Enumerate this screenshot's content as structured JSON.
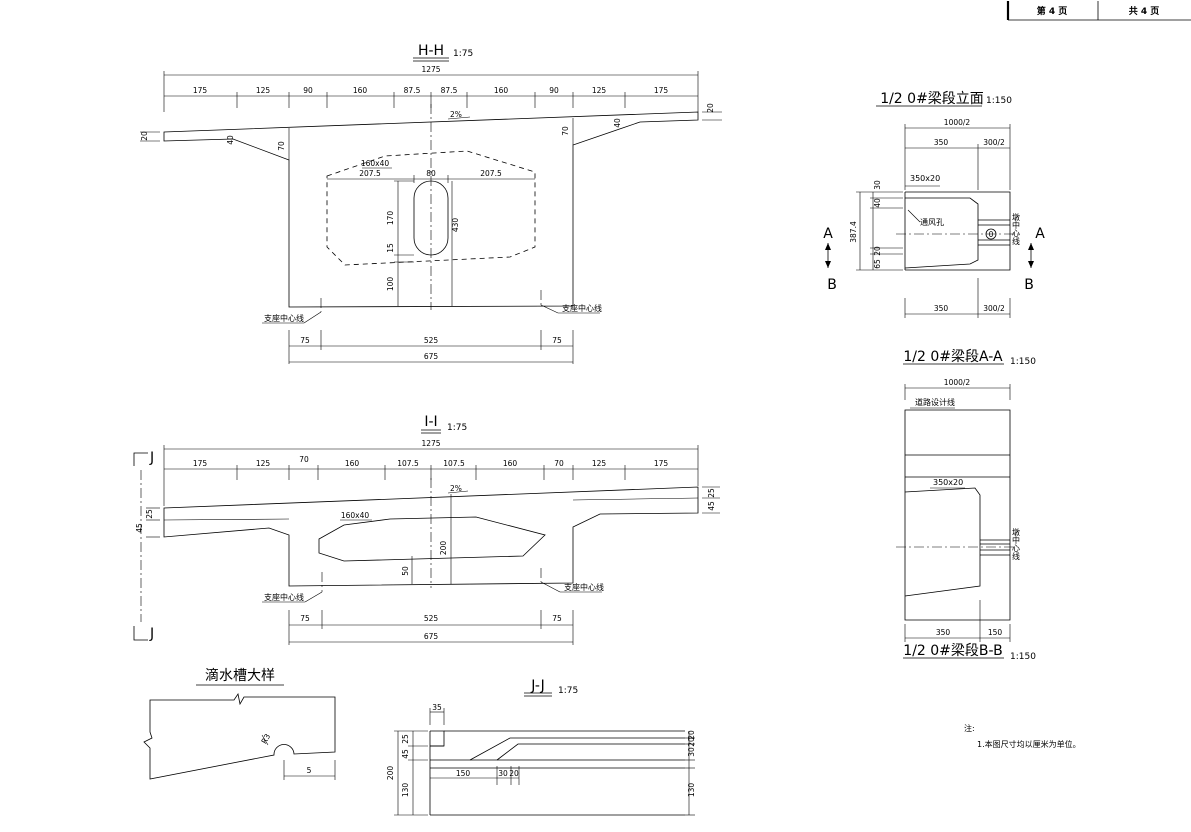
{
  "page_box": {
    "page_label": "第 4 页",
    "total_label": "共 4 页"
  },
  "section_hh": {
    "title": "H-H",
    "scale": "1:75",
    "top_total": "1275",
    "top_dims": [
      "175",
      "125",
      "90",
      "160",
      "87.5",
      "87.5",
      "160",
      "90",
      "125",
      "175"
    ],
    "edge_left": "20",
    "edge_right": "20",
    "haunch_left": "40",
    "haunch_left2": "70",
    "haunch_right": "40",
    "haunch_right2": "70",
    "slope_mark": "2%",
    "chamfer": "160x40",
    "inner_left": "207.5",
    "inner_mid": "80",
    "inner_right": "207.5",
    "vert_170": "170",
    "vert_15": "15",
    "vert_430": "430",
    "vert_100": "100",
    "bearing_left": "支座中心线",
    "bearing_right": "支座中心线",
    "bottom_dims": [
      "75",
      "525",
      "75"
    ],
    "bottom_total": "675"
  },
  "section_ii": {
    "title": "I-I",
    "scale": "1:75",
    "top_total": "1275",
    "top_dims": [
      "175",
      "125",
      "70",
      "160",
      "107.5",
      "107.5",
      "160",
      "70",
      "125",
      "175"
    ],
    "left_45": "45",
    "left_25": "25",
    "right_25": "25",
    "right_45": "45",
    "slope_mark": "2%",
    "chamfer": "160x40",
    "vert_200": "200",
    "vert_50": "50",
    "bearing_left": "支座中心线",
    "bearing_right": "支座中心线",
    "bottom_dims": [
      "75",
      "525",
      "75"
    ],
    "bottom_total": "675",
    "cut_top": "J",
    "cut_bottom": "J"
  },
  "drip_detail": {
    "title": "滴水槽大样",
    "dim_5": "5",
    "dim_r3": "R3"
  },
  "section_jj": {
    "title": "J-J",
    "scale": "1:75",
    "dim_35": "35",
    "dim_25": "25",
    "dim_45": "45",
    "dim_200": "200",
    "dim_130": "130",
    "dim_150": "150",
    "dim_30a": "30",
    "dim_20a": "20",
    "dim_20b": "20",
    "dim_20c": "20",
    "dim_30b": "30",
    "dim_130b": "130"
  },
  "seg_elev": {
    "title": "1/2 0#梁段立面",
    "scale": "1:150",
    "top_total": "1000/2",
    "top_350": "350",
    "top_300": "300/2",
    "bot_350": "350",
    "bot_300": "300/2",
    "chamfer": "350x20",
    "vent": "通风孔",
    "pier_center": "墩中心线",
    "vert_387": "387.4",
    "vert_30": "30",
    "vert_40": "40",
    "vert_20": "20",
    "vert_65": "65",
    "marker_0": "0",
    "cut_a_left": "A",
    "cut_b_left": "B",
    "cut_a_right": "A",
    "cut_b_right": "B"
  },
  "seg_aa": {
    "title": "1/2 0#梁段A-A",
    "scale": "1:150",
    "top_total": "1000/2",
    "road_line": "道路设计线",
    "chamfer": "350x20",
    "pier_center": "墩中心线",
    "bot_350": "350",
    "bot_150": "150"
  },
  "seg_bb": {
    "title": "1/2 0#梁段B-B",
    "scale": "1:150"
  },
  "notes": {
    "heading": "注:",
    "line1": "1.本图尺寸均以厘米为单位。"
  }
}
